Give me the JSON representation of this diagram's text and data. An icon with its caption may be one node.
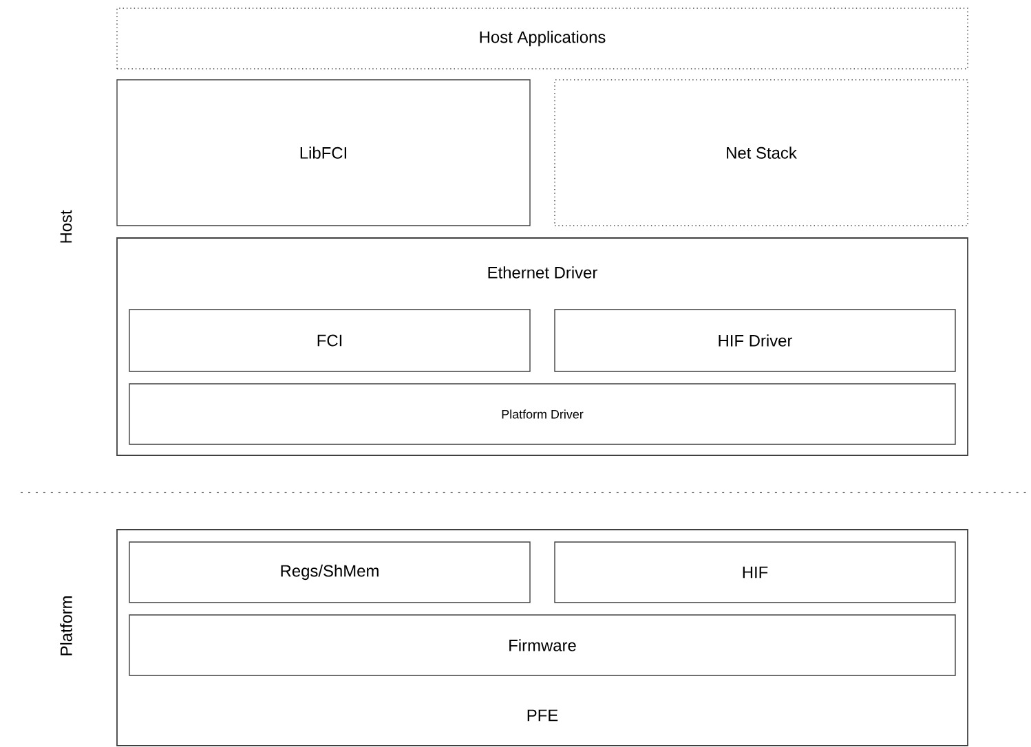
{
  "diagram": {
    "nodes": [
      {
        "text": [
          "Host Applications"
        ]
      },
      {
        "text": [
          "LibFCI"
        ]
      },
      {
        "text": [
          "Net Stack"
        ]
      },
      {
        "text": [
          "Ethernet Driver"
        ]
      },
      {
        "text": [
          "FCI"
        ],
        "in": 3
      },
      {
        "text": [
          "HIF Driver"
        ],
        "in": 3
      },
      {
        "text": [
          "Platform Driver"
        ],
        "in": 3
      },
      {
        "text": [
          "PFE"
        ]
      },
      {
        "text": [
          "Regs/ShMem"
        ],
        "in": 7
      },
      {
        "text": [
          "HIF"
        ],
        "in": 7
      },
      {
        "text": [
          "Firmware"
        ],
        "in": 7
      }
    ],
    "labels": [
      "Host",
      "Platform"
    ]
  }
}
